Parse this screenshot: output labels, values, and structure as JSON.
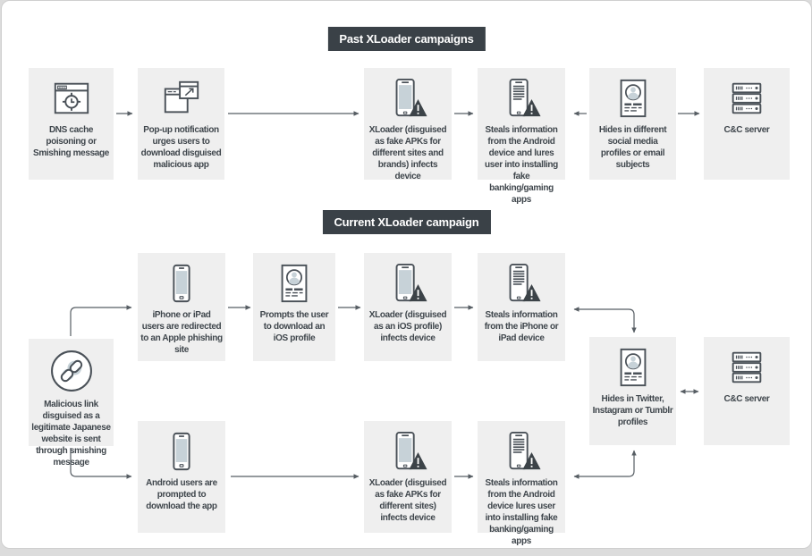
{
  "colors": {
    "title_bg": "#3a4147",
    "node_bg": "#efefef",
    "text": "#3f464c",
    "icon_stroke": "#4a5158",
    "icon_fill": "#c7d2d8",
    "arrow": "#565d63"
  },
  "icons": {
    "dns": "browser-target-icon",
    "popup": "popup-windows-icon",
    "phone": "smartphone-icon",
    "phone_warning": "smartphone-warning-icon",
    "phone_lines_warning": "smartphone-data-warning-icon",
    "profile": "profile-document-icon",
    "server": "server-stack-icon",
    "link": "chain-link-icon"
  },
  "past": {
    "title": "Past XLoader campaigns",
    "nodes": {
      "dns": "DNS cache poisoning or Smishing message",
      "popup": "Pop-up notification urges users to download disguised malicious app",
      "xloader": "XLoader (disguised as fake APKs for different sites and brands) infects device",
      "steals": "Steals information from the Android device and lures user into installing fake banking/gaming apps",
      "hides": "Hides in different social media profiles or email subjects",
      "cnc": "C&C server"
    }
  },
  "current": {
    "title": "Current XLoader campaign",
    "nodes": {
      "link": "Malicious link disguised as a legitimate Japanese website is sent through smishing message",
      "iphone": "iPhone or iPad users are redirected to an Apple phishing site",
      "prompts": "Prompts the user to download an iOS profile",
      "xloader_ios": "XLoader (disguised as an iOS profile) infects device",
      "steals_ios": "Steals information from the iPhone or iPad device",
      "android": "Android users are prompted to download the app",
      "xloader_apk": "XLoader (disguised as fake APKs for different sites) infects device",
      "steals_android": "Steals information from the Android device lures user into installing fake banking/gaming apps",
      "hides": "Hides in Twitter, Instagram or Tumblr profiles",
      "cnc": "C&C server"
    }
  }
}
